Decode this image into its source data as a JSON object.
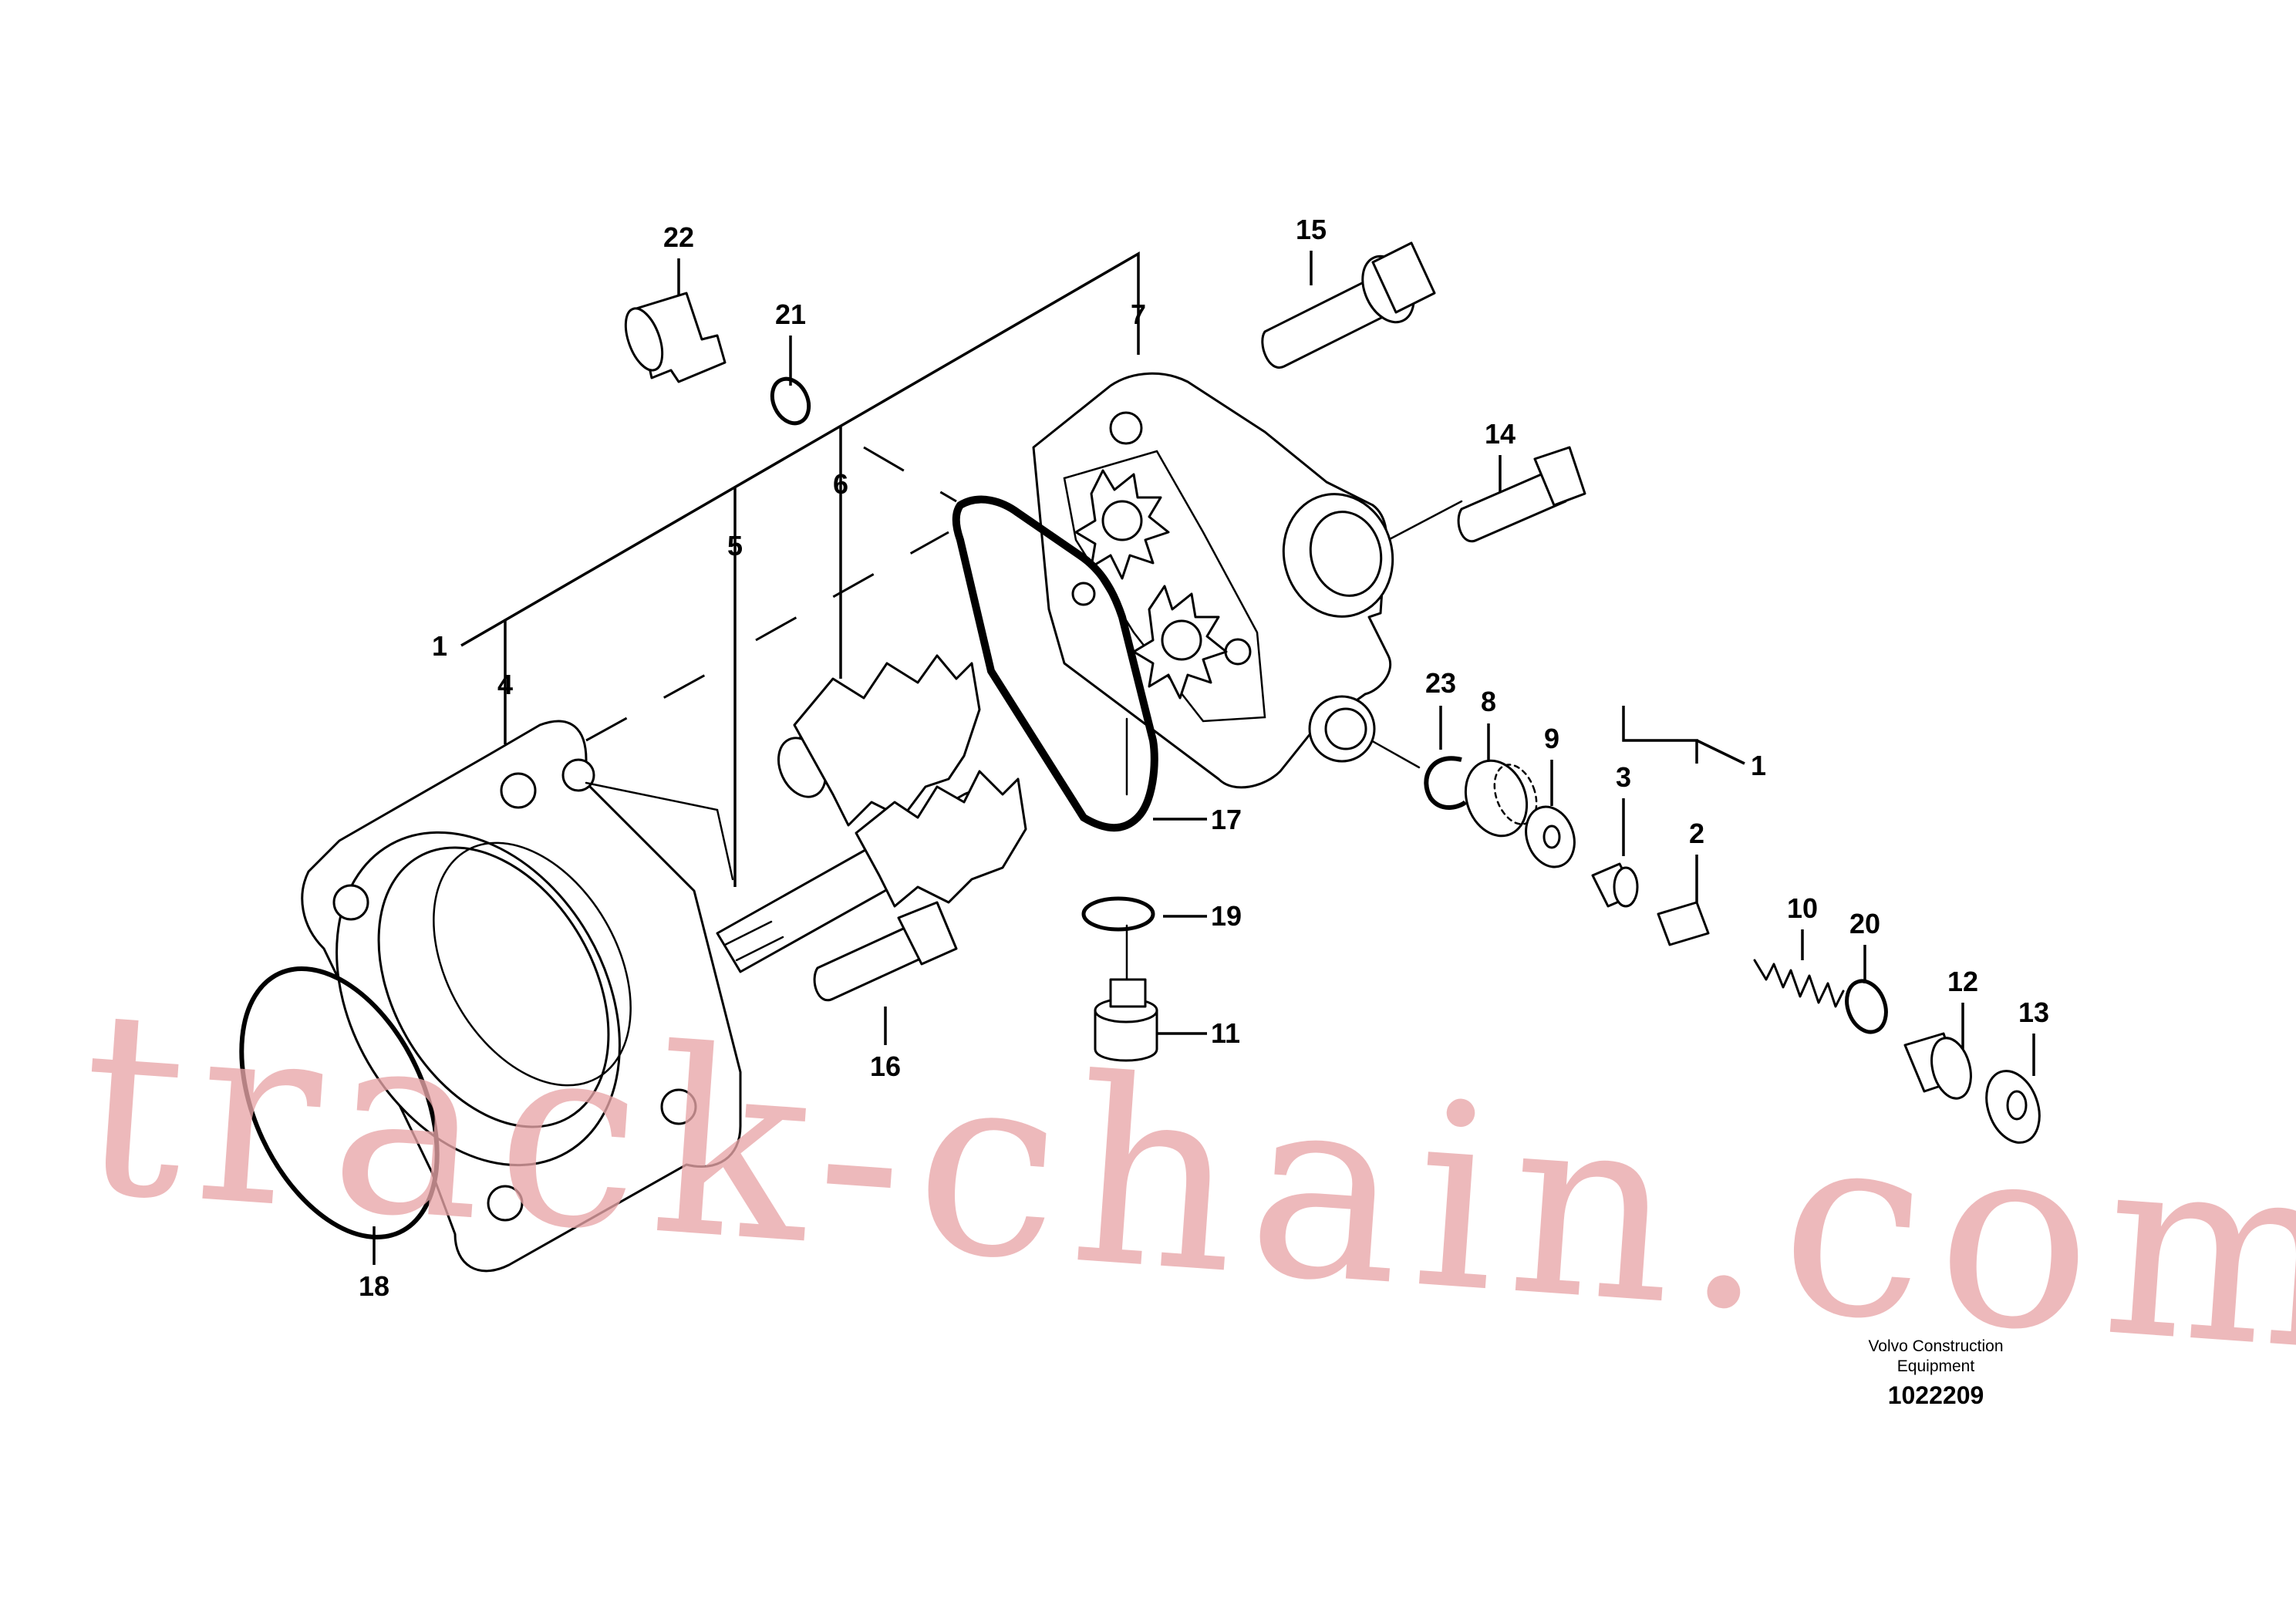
{
  "diagram": {
    "callouts": {
      "c1": "1",
      "c1b": "1",
      "c2": "2",
      "c3": "3",
      "c4": "4",
      "c5": "5",
      "c6": "6",
      "c7": "7",
      "c8": "8",
      "c9": "9",
      "c10": "10",
      "c11": "11",
      "c12": "12",
      "c13": "13",
      "c14": "14",
      "c15": "15",
      "c16": "16",
      "c17": "17",
      "c18": "18",
      "c19": "19",
      "c20": "20",
      "c21": "21",
      "c22": "22",
      "c23": "23"
    },
    "company_line1": "Volvo Construction",
    "company_line2": "Equipment",
    "drawing_number": "1022209",
    "watermark": "track-chain.com"
  }
}
